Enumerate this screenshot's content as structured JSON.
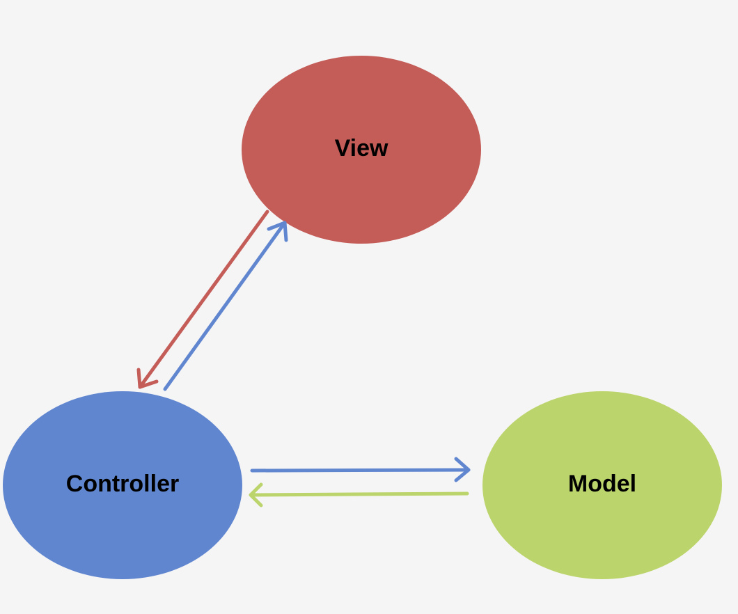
{
  "nodes": {
    "view": {
      "label": "View",
      "color": "#c45c58"
    },
    "controller": {
      "label": "Controller",
      "color": "#6186d0"
    },
    "model": {
      "label": "Model",
      "color": "#bcd46c"
    }
  },
  "edges": [
    {
      "from": "view",
      "to": "controller",
      "color": "#c45c58"
    },
    {
      "from": "controller",
      "to": "view",
      "color": "#6186d0"
    },
    {
      "from": "controller",
      "to": "model",
      "color": "#6186d0"
    },
    {
      "from": "model",
      "to": "controller",
      "color": "#bcd46c"
    }
  ]
}
